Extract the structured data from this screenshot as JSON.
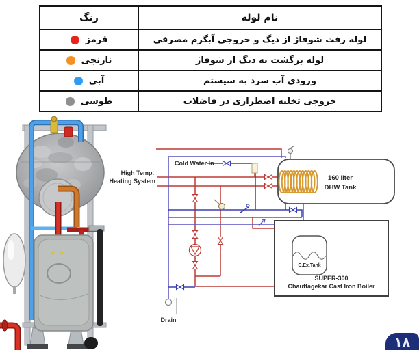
{
  "page": {
    "badge_number": "۱۸"
  },
  "legend_table": {
    "header": {
      "color_col": "رنگ",
      "name_col": "نام لوله"
    },
    "rows": [
      {
        "color_name": "قرمز",
        "dot_color": "#e8231c",
        "pipe_name": "لوله رفت شوفاژ از دیگ و خروجی آبگرم مصرفی"
      },
      {
        "color_name": "نارنجی",
        "dot_color": "#f49123",
        "pipe_name": "لوله برگشت به دیگ از شوفاژ"
      },
      {
        "color_name": "آبی",
        "dot_color": "#2f9bf2",
        "pipe_name": "ورودی آب سرد به سیستم"
      },
      {
        "color_name": "طوسی",
        "dot_color": "#8f9092",
        "pipe_name": "خروجی تخلیه اضطراری در فاضلاب"
      }
    ]
  },
  "schematic": {
    "labels": {
      "cold_water_in": "Cold Water In",
      "high_temp_line1": "High Temp.",
      "high_temp_line2": "Heating System",
      "tank_line1": "160 liter",
      "tank_line2": "DHW Tank",
      "cex_tank": "C.Ex.Tank",
      "boiler_line1": "SUPER-300",
      "boiler_line2": "Chauffagekar Cast Iron Boiler",
      "drain": "Drain"
    },
    "colors": {
      "hot": "#bf3a34",
      "cold": "#3a3fae",
      "loop": "#5a50bd",
      "coil": "#d79a2f"
    }
  }
}
